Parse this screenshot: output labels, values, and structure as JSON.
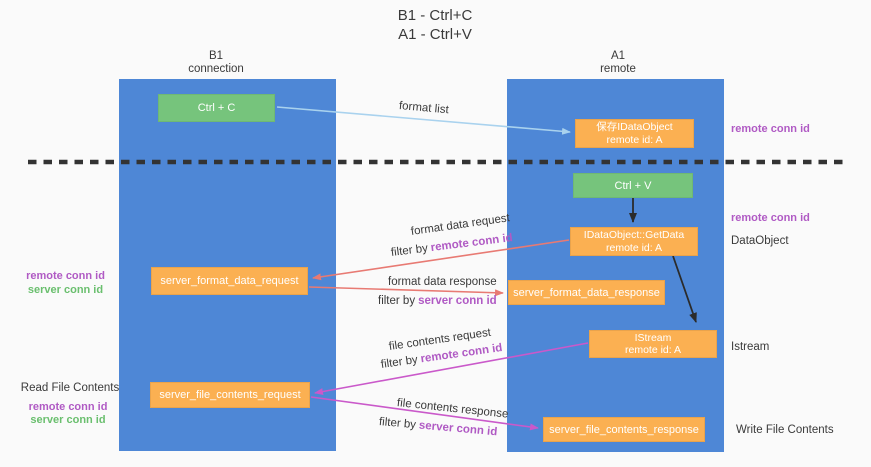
{
  "title": {
    "line1": "B1 - Ctrl+C",
    "line2": "A1 - Ctrl+V"
  },
  "lanes": {
    "b1": {
      "name": "B1",
      "subtitle": "connection"
    },
    "a1": {
      "name": "A1",
      "subtitle": "remote"
    }
  },
  "nodes": {
    "ctrl_c": {
      "label": "Ctrl + C"
    },
    "ctrl_v": {
      "label": "Ctrl + V"
    },
    "save_dataobject": {
      "line1": "保存IDataObject",
      "line2": "remote id: A"
    },
    "getdata": {
      "line1": "IDataObject::GetData",
      "line2": "remote id: A"
    },
    "istream": {
      "line1": "IStream",
      "line2": "remote id: A"
    },
    "format_request": {
      "label": "server_format_data_request"
    },
    "format_response": {
      "label": "server_format_data_response"
    },
    "file_request": {
      "label": "server_file_contents_request"
    },
    "file_response": {
      "label": "server_file_contents_response"
    }
  },
  "edges": {
    "format_list": {
      "label": "format list"
    },
    "format_data_request": {
      "label": "format data request",
      "filter_prefix": "filter by",
      "filter_key": "remote conn id"
    },
    "format_data_response": {
      "label": "format data response",
      "filter_prefix": "filter by",
      "filter_key": "server conn id"
    },
    "file_contents_request": {
      "label": "file contents request",
      "filter_prefix": "filter by",
      "filter_key": "remote conn id"
    },
    "file_contents_response": {
      "label": "file contents response",
      "filter_prefix": "filter by",
      "filter_key": "server conn id"
    }
  },
  "annotations": {
    "right_remote_conn_id_top": "remote conn id",
    "right_remote_conn_id_mid": "remote conn id",
    "right_dataobject": "DataObject",
    "right_istream": "Istream",
    "right_write_file": "Write File Contents",
    "left_remote_conn_id_top": "remote conn id",
    "left_server_conn_id_top": "server conn id",
    "left_read_file": "Read File Contents",
    "left_remote_conn_id_bottom": "remote conn id",
    "left_server_conn_id_bottom": "server conn id"
  },
  "colors": {
    "lane_blue": "#4e87d6",
    "node_green": "#76c47c",
    "node_orange": "#fbb052",
    "text_purple": "#b05ac4",
    "text_green": "#6abf6e",
    "arrow_lightblue": "#a9d2ee",
    "arrow_red": "#e87a73",
    "arrow_magenta": "#ca59ca",
    "arrow_black": "#2b2b2b",
    "dashed_line": "#333333",
    "background": "#fafafa"
  }
}
